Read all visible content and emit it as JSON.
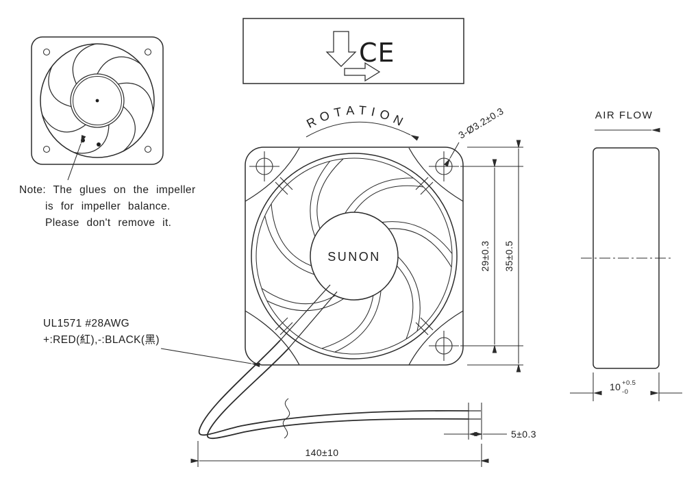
{
  "colors": {
    "line": "#2b2b2b",
    "text": "#1e1e1e",
    "background": "#ffffff"
  },
  "note": {
    "line1": "Note: The glues on the impeller",
    "line2": "is for impeller balance.",
    "line3": "Please don't remove it."
  },
  "cert_box": {
    "mark": "CE"
  },
  "labels": {
    "rotation": "ROTATION",
    "air_flow": "AIR FLOW",
    "brand": "SUNON"
  },
  "wire_spec": {
    "line1": "UL1571  #28AWG",
    "line2": "+:RED(紅),-:BLACK(黑)"
  },
  "dimensions": {
    "mounting_holes": "3-Ø3.2±0.3",
    "hole_pitch": "29±0.3",
    "frame_size": "35±0.5",
    "thickness": "10",
    "thickness_upper_tol": "+0.5",
    "thickness_lower_tol": "-0",
    "lead_length": "140±10",
    "strip_length": "5±0.3"
  }
}
